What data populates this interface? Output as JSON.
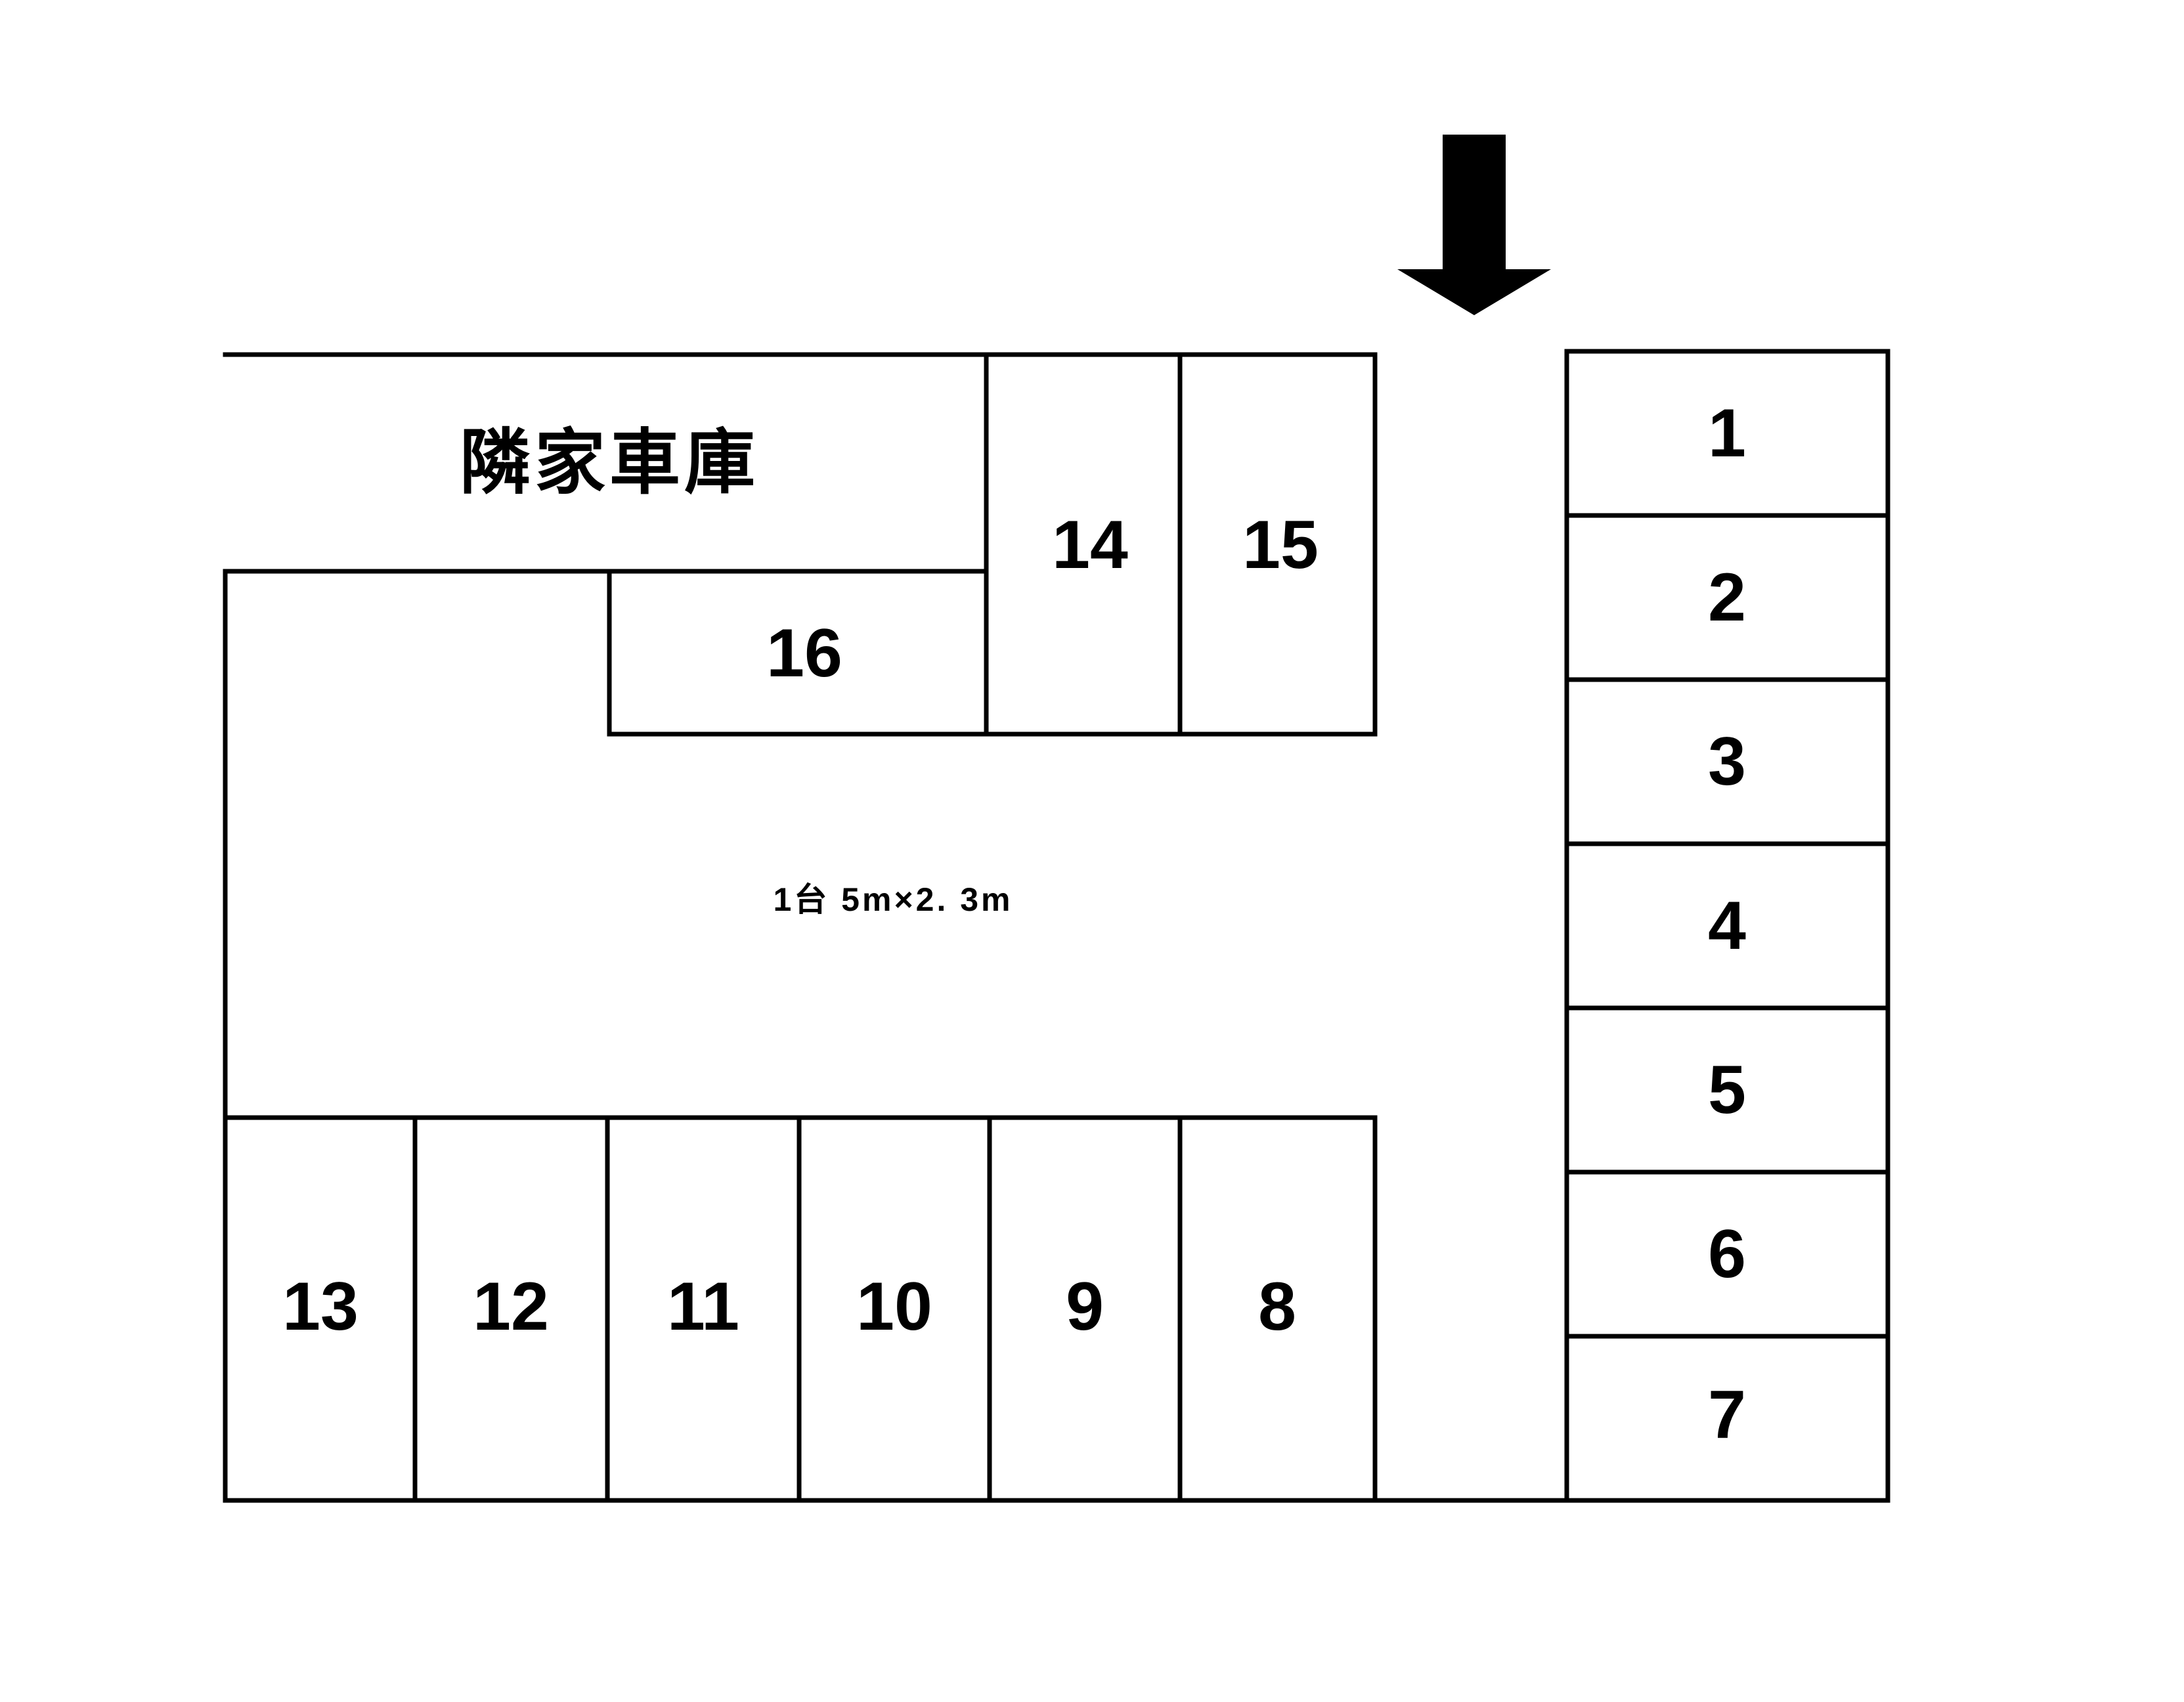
{
  "neighbor_garage_label": "隣家車庫",
  "space_size_note": "1台 5m×2. 3m",
  "entrance_arrow": "down-arrow-icon",
  "spaces": {
    "s1": "1",
    "s2": "2",
    "s3": "3",
    "s4": "4",
    "s5": "5",
    "s6": "6",
    "s7": "7",
    "s8": "8",
    "s9": "9",
    "s10": "10",
    "s11": "11",
    "s12": "12",
    "s13": "13",
    "s14": "14",
    "s15": "15",
    "s16": "16"
  }
}
